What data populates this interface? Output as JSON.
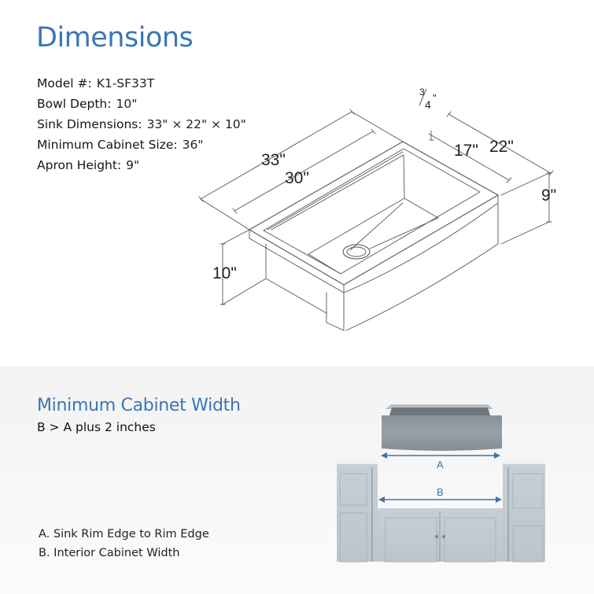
{
  "header": {
    "title": "Dimensions"
  },
  "specs": [
    {
      "label": "Model #:",
      "value": "K1-SF33T"
    },
    {
      "label": "Bowl Depth:",
      "value": "10\""
    },
    {
      "label": "Sink Dimensions:",
      "value": "33\" × 22\" × 10\""
    },
    {
      "label": "Minimum Cabinet Size:",
      "value": "36\""
    },
    {
      "label": "Apron Height:",
      "value": "9\""
    }
  ],
  "drawing": {
    "labels": {
      "overall_width": "33\"",
      "bowl_width": "30\"",
      "overall_depth": "22\"",
      "bowl_depth_front_back": "17\"",
      "apron_height": "9\"",
      "bowl_depth": "10\"",
      "rim_thickness_num": "3",
      "rim_thickness_den": "4",
      "rim_thickness_unit": "\""
    }
  },
  "cabinet_section": {
    "title": "Minimum Cabinet Width",
    "rule": "B > A plus 2 inches",
    "arrow_a_label": "A",
    "arrow_b_label": "B",
    "legend": [
      "A. Sink Rim Edge to Rim Edge",
      "B. Interior Cabinet Width"
    ]
  },
  "colors": {
    "accent_blue": "#3a76b5",
    "arrow_blue": "#3f73a8",
    "cabinet_gray": "#c4ccd3",
    "line_gray": "#555555"
  }
}
